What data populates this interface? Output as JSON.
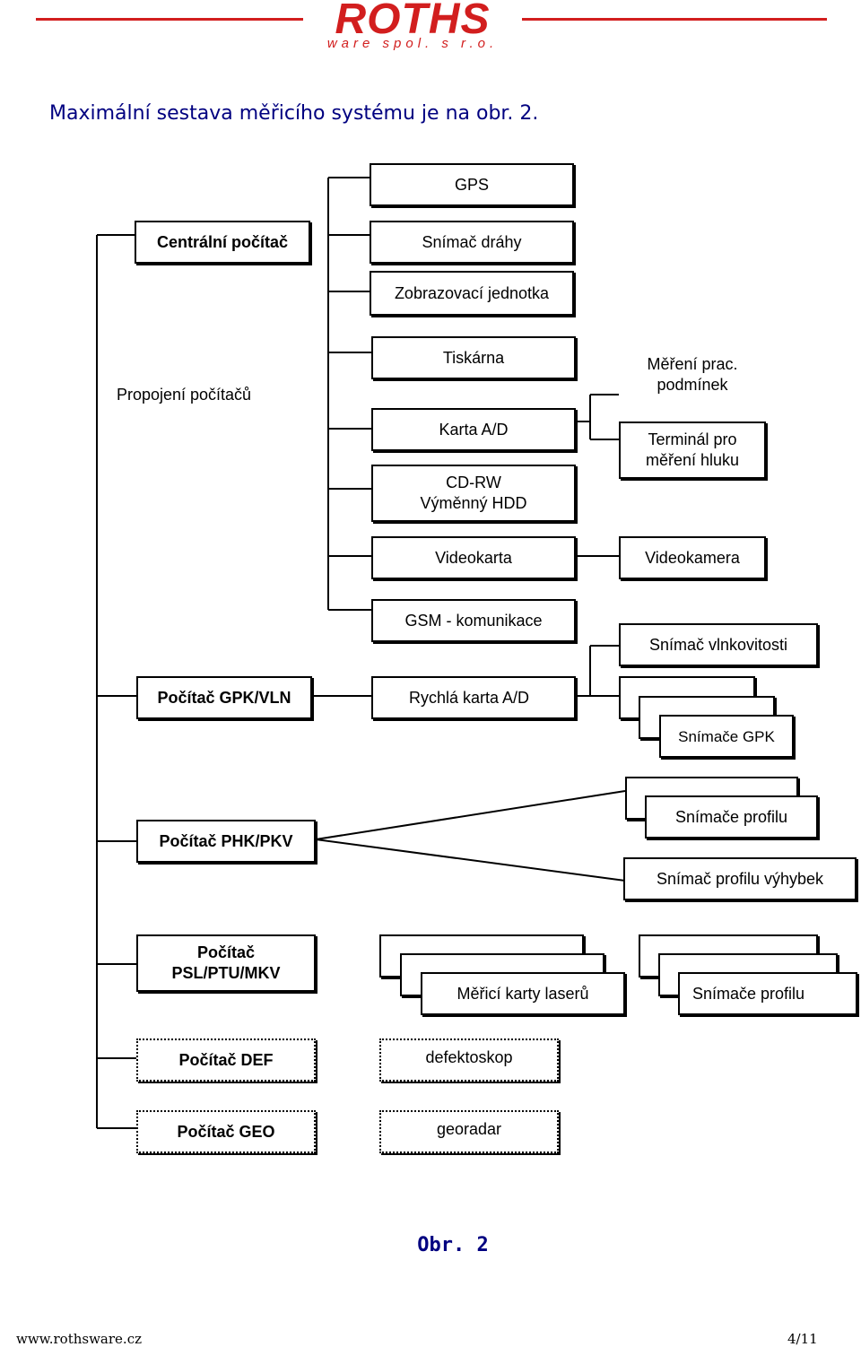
{
  "header": {
    "logo_main": "ROTHS",
    "logo_sub": "ware spol. s r.o."
  },
  "intro": "Maximální sestava měřicího systému je na obr. 2.",
  "diagram": {
    "gps": "GPS",
    "central_computer": "Centrální počítač",
    "track_sensor": "Snímač dráhy",
    "display_unit": "Zobrazovací jednotka",
    "computer_link": "Propojení počítačů",
    "printer": "Tiskárna",
    "ad_card": "Karta A/D",
    "cdrw_line1": "CD-RW",
    "cdrw_line2": "Výměnný HDD",
    "work_conditions_line1": "Měření prac.",
    "work_conditions_line2": "podmínek",
    "noise_terminal_line1": "Terminál pro",
    "noise_terminal_line2": "měření hluku",
    "video_card": "Videokarta",
    "video_camera": "Videokamera",
    "gsm": "GSM - komunikace",
    "humidity_sensor": "Snímač vlnkovitosti",
    "gpk_computer": "Počítač GPK/VLN",
    "fast_ad_card": "Rychlá karta A/D",
    "gpk_sensors": "Snímače GPK",
    "phk_computer": "Počítač PHK/PKV",
    "profile_sensors": "Snímače profilu",
    "switch_profile_sensor": "Snímač profilu výhybek",
    "psl_computer_line1": "Počítač",
    "psl_computer_line2": "PSL/PTU/MKV",
    "laser_cards": "Měřicí karty laserů",
    "profile_sensors_2": "Snímače profilu",
    "def_computer": "Počítač DEF",
    "flaw_detector": "defektoskop",
    "geo_computer": "Počítač GEO",
    "georadar": "georadar"
  },
  "caption": "Obr. 2",
  "footer": {
    "website": "www.rothsware.cz",
    "page": "4/11"
  }
}
